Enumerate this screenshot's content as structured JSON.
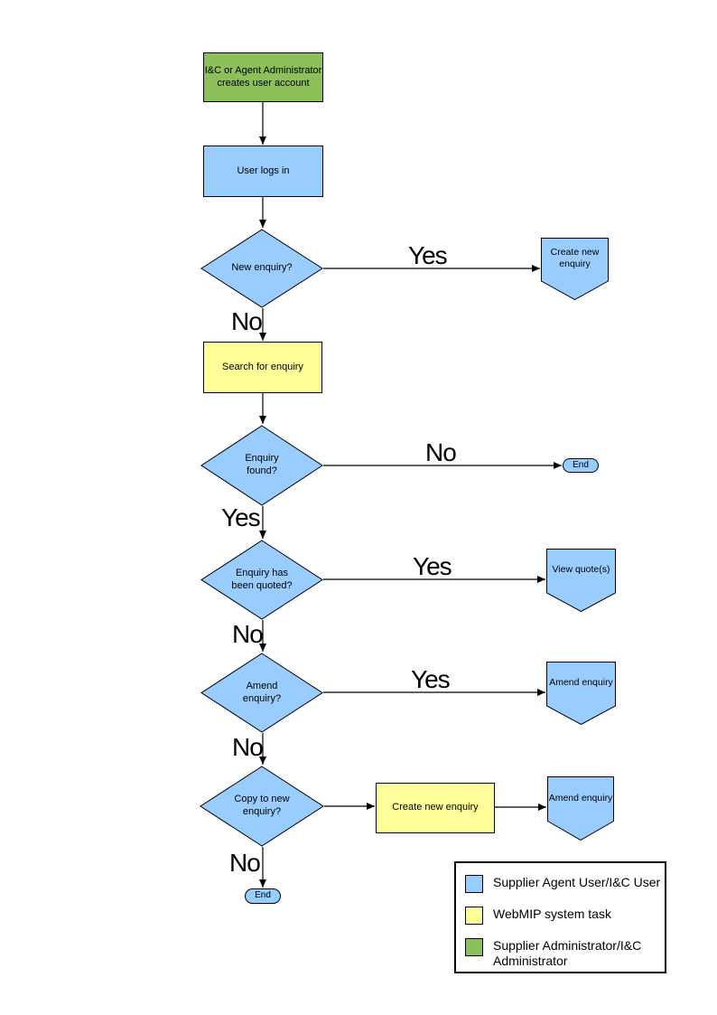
{
  "colors": {
    "user_shape": "#99CCFF",
    "system_shape": "#FFFF99",
    "admin_shape": "#8DC05A"
  },
  "nodes": {
    "admin_creates_account": "I&C or Agent Administrator creates user account",
    "user_logs_in": "User logs in",
    "new_enquiry_q": "New enquiry?",
    "create_new_enquiry_top": "Create new enquiry",
    "search_for_enquiry": "Search for enquiry",
    "enquiry_found_q": "Enquiry found?",
    "end_mid": "End",
    "enquiry_quoted_q": "Enquiry has been quoted?",
    "view_quotes": "View quote(s)",
    "amend_enquiry_q": "Amend enquiry?",
    "amend_enquiry_branch": "Amend enquiry",
    "copy_to_new_q": "Copy to new enquiry?",
    "create_new_enquiry_mid": "Create new enquiry",
    "amend_enquiry_final": "Amend enquiry",
    "end_bottom": "End"
  },
  "edge_labels": {
    "new_enquiry_yes": "Yes",
    "new_enquiry_no": "No",
    "enquiry_found_no": "No",
    "enquiry_found_yes": "Yes",
    "enquiry_quoted_yes": "Yes",
    "enquiry_quoted_no": "No",
    "amend_yes": "Yes",
    "amend_no": "No",
    "copy_no": "No"
  },
  "legend": {
    "items": [
      {
        "color": "#99CCFF",
        "label": "Supplier Agent User/I&C User"
      },
      {
        "color": "#FFFF99",
        "label": "WebMIP system task"
      },
      {
        "color": "#8DC05A",
        "label": "Supplier Administrator/I&C Administrator"
      }
    ]
  }
}
